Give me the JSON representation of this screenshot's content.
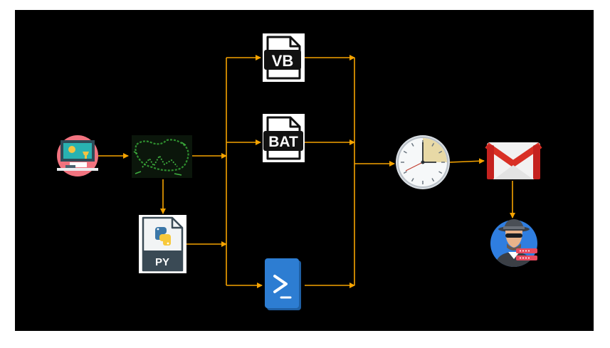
{
  "diagram": {
    "background": "#000000",
    "arrow_color": "#f5a300",
    "nodes": [
      {
        "id": "victim",
        "icon": "desk-workstation-icon"
      },
      {
        "id": "malware",
        "icon": "terminal-malware-icon"
      },
      {
        "id": "python",
        "icon": "python-file-icon",
        "label": "PY"
      },
      {
        "id": "vb",
        "icon": "vb-file-icon",
        "label": "VB"
      },
      {
        "id": "bat",
        "icon": "bat-file-icon",
        "label": "BAT"
      },
      {
        "id": "powershell",
        "icon": "powershell-icon"
      },
      {
        "id": "scheduler",
        "icon": "clock-icon"
      },
      {
        "id": "gmail",
        "icon": "gmail-icon"
      },
      {
        "id": "attacker",
        "icon": "hacker-spy-icon"
      }
    ],
    "edges": [
      {
        "from": "victim",
        "to": "malware"
      },
      {
        "from": "malware",
        "to": "python"
      },
      {
        "from": "malware",
        "to": "vb"
      },
      {
        "from": "malware",
        "to": "bat"
      },
      {
        "from": "malware",
        "to": "powershell"
      },
      {
        "from": "python",
        "to": "powershell"
      },
      {
        "from": "vb",
        "to": "scheduler"
      },
      {
        "from": "bat",
        "to": "scheduler"
      },
      {
        "from": "powershell",
        "to": "scheduler"
      },
      {
        "from": "scheduler",
        "to": "gmail"
      },
      {
        "from": "gmail",
        "to": "attacker"
      }
    ]
  }
}
